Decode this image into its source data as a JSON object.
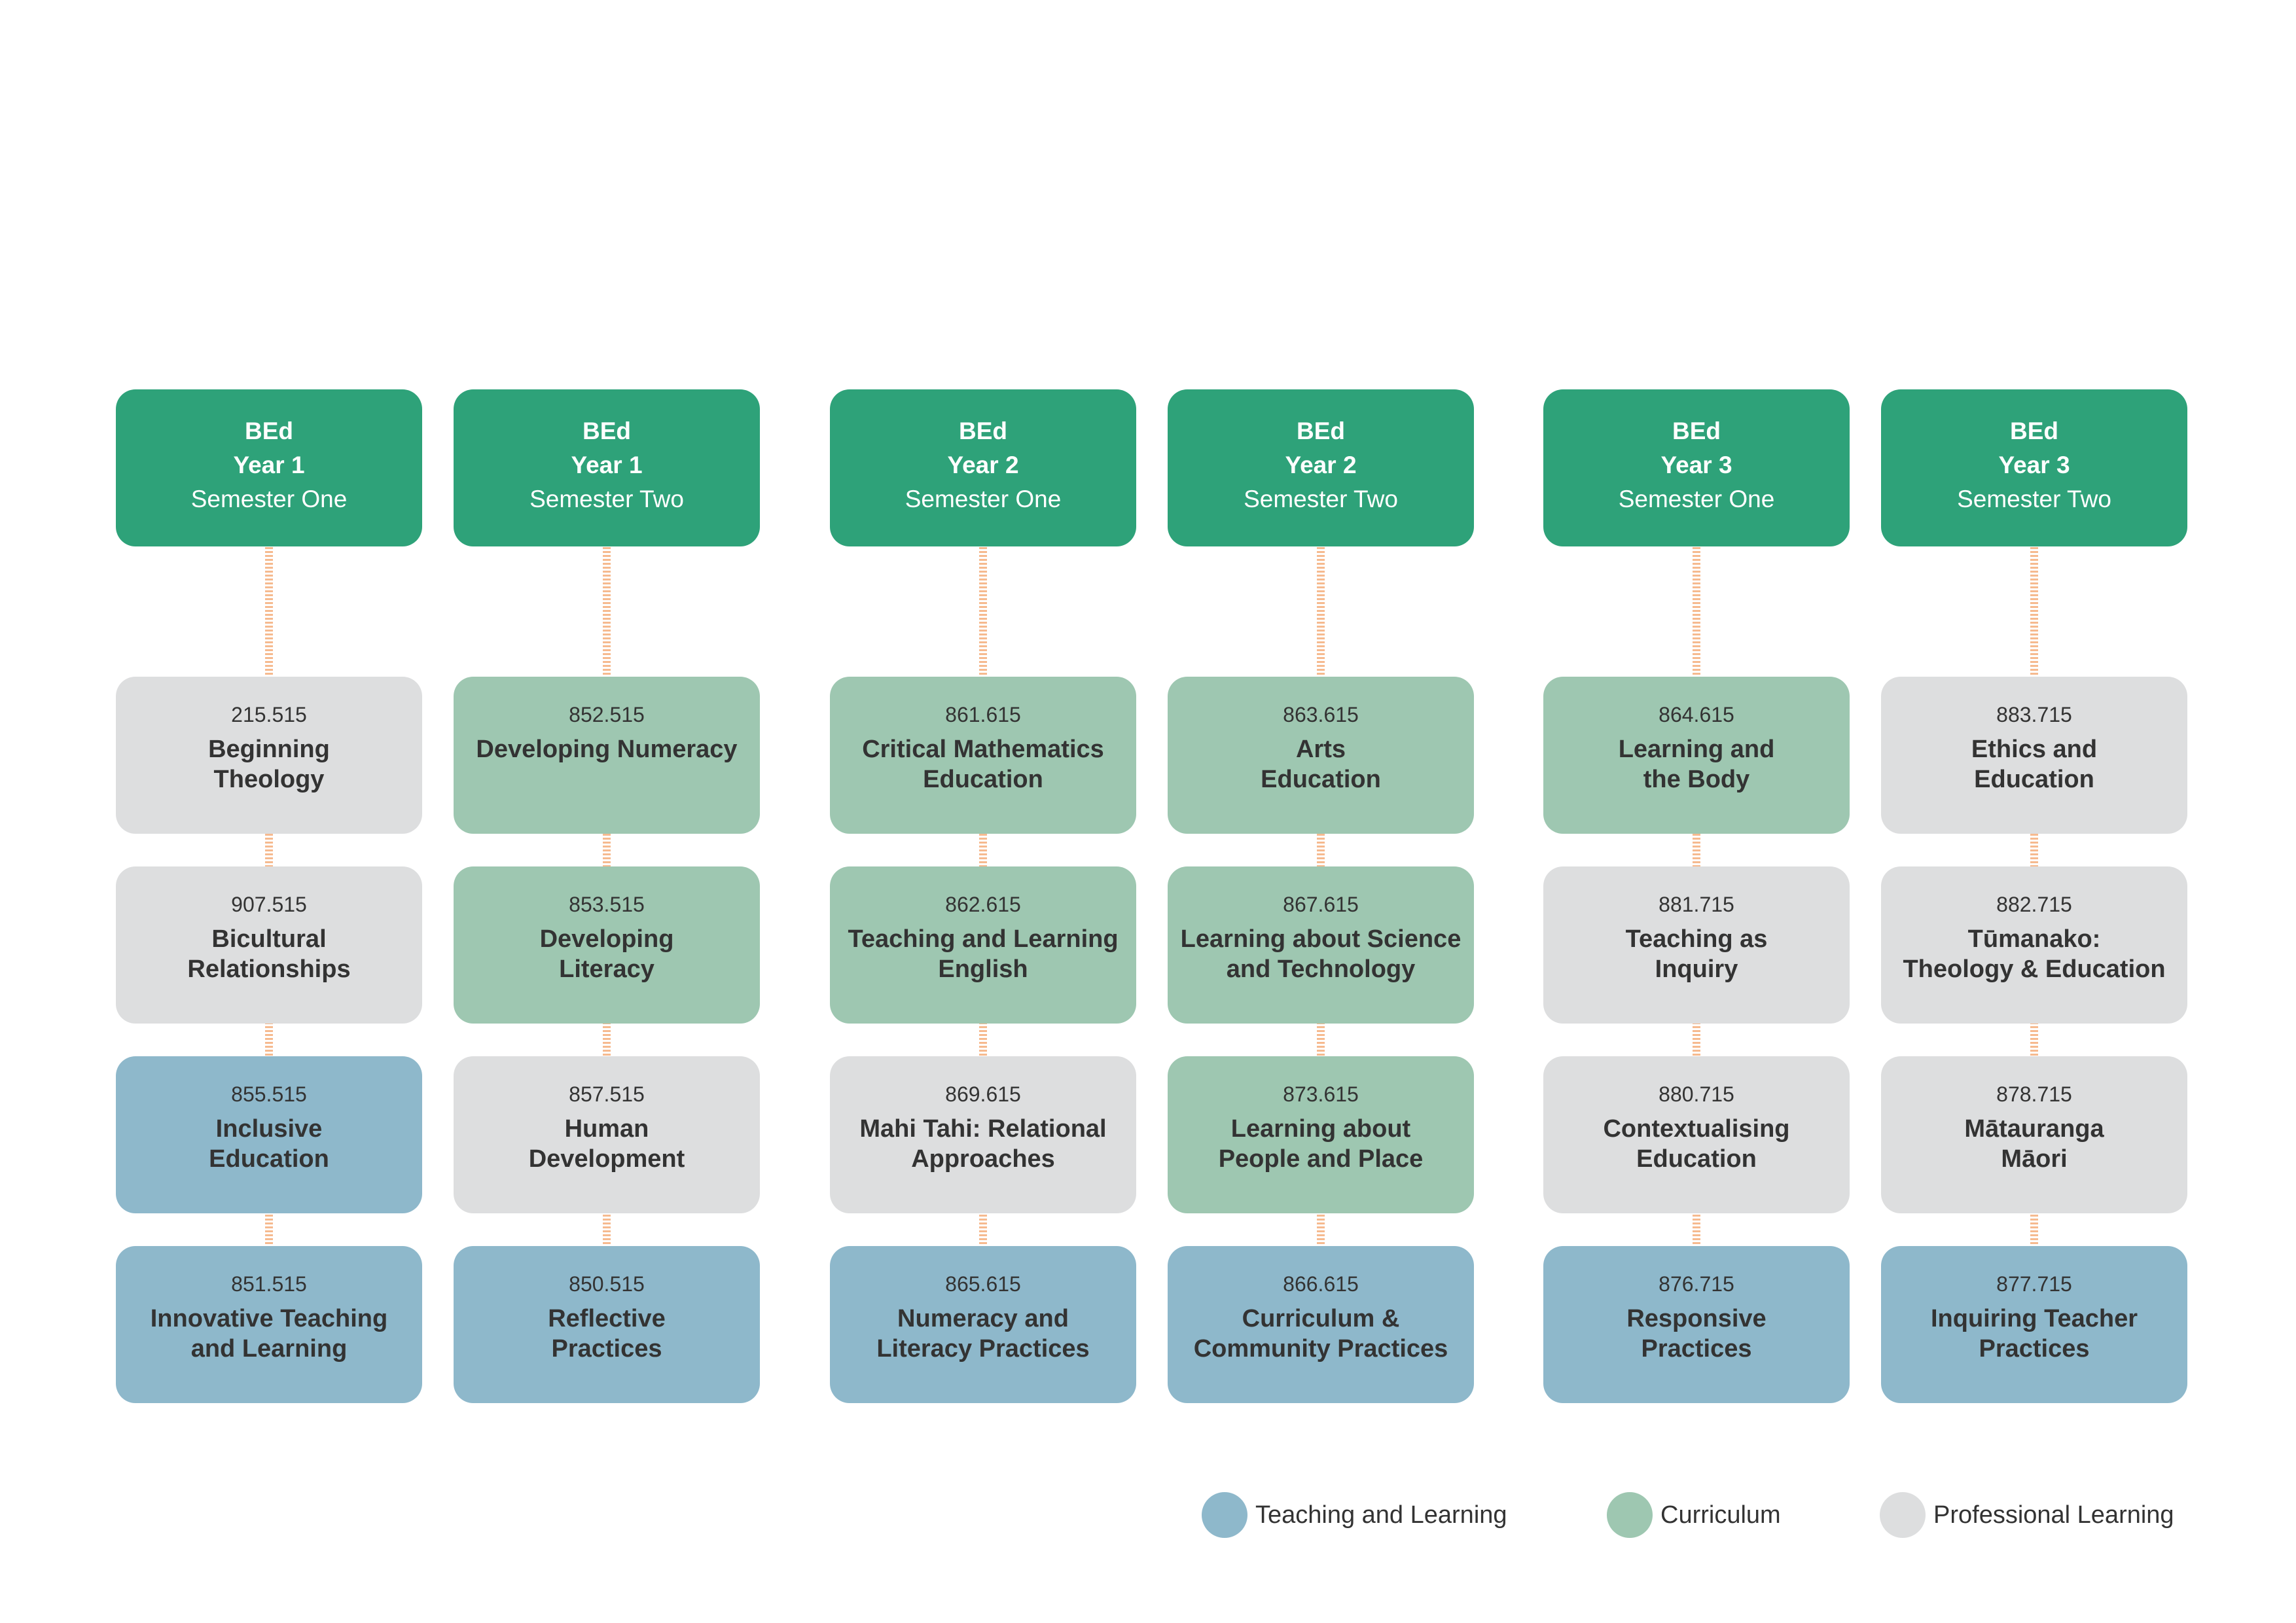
{
  "colors": {
    "header": "#2ea279",
    "teaching_and_learning": "#8eb8cb",
    "curriculum": "#9ec7b1",
    "professional_learning": "#dddedf",
    "connector": "#f6ba8f"
  },
  "columns": [
    {
      "header": {
        "program": "BEd",
        "year": "Year 1",
        "semester": "Semester One"
      },
      "courses": [
        {
          "code": "215.515",
          "title": "Beginning\nTheology",
          "category": "professional"
        },
        {
          "code": "907.515",
          "title": "Bicultural\nRelationships",
          "category": "professional"
        },
        {
          "code": "855.515",
          "title": "Inclusive\nEducation",
          "category": "teaching"
        },
        {
          "code": "851.515",
          "title": "Innovative Teaching\nand Learning",
          "category": "teaching"
        }
      ]
    },
    {
      "header": {
        "program": "BEd",
        "year": "Year 1",
        "semester": "Semester Two"
      },
      "courses": [
        {
          "code": "852.515",
          "title": "Developing Numeracy",
          "category": "curriculum"
        },
        {
          "code": "853.515",
          "title": "Developing\nLiteracy",
          "category": "curriculum"
        },
        {
          "code": "857.515",
          "title": "Human\nDevelopment",
          "category": "professional"
        },
        {
          "code": "850.515",
          "title": "Reflective\nPractices",
          "category": "teaching"
        }
      ]
    },
    {
      "header": {
        "program": "BEd",
        "year": "Year 2",
        "semester": "Semester One"
      },
      "courses": [
        {
          "code": "861.615",
          "title": "Critical Mathematics\nEducation",
          "category": "curriculum"
        },
        {
          "code": "862.615",
          "title": "Teaching and Learning\nEnglish",
          "category": "curriculum"
        },
        {
          "code": "869.615",
          "title": "Mahi Tahi: Relational\nApproaches",
          "category": "professional"
        },
        {
          "code": "865.615",
          "title": "Numeracy and\nLiteracy Practices",
          "category": "teaching"
        }
      ]
    },
    {
      "header": {
        "program": "BEd",
        "year": "Year 2",
        "semester": "Semester Two"
      },
      "courses": [
        {
          "code": "863.615",
          "title": "Arts\nEducation",
          "category": "curriculum"
        },
        {
          "code": "867.615",
          "title": "Learning about Science\nand Technology",
          "category": "curriculum"
        },
        {
          "code": "873.615",
          "title": "Learning about\nPeople and Place",
          "category": "curriculum"
        },
        {
          "code": "866.615",
          "title": "Curriculum &\nCommunity Practices",
          "category": "teaching"
        }
      ]
    },
    {
      "header": {
        "program": "BEd",
        "year": "Year 3",
        "semester": "Semester One"
      },
      "courses": [
        {
          "code": "864.615",
          "title": "Learning and\nthe Body",
          "category": "curriculum"
        },
        {
          "code": "881.715",
          "title": "Teaching as\nInquiry",
          "category": "professional"
        },
        {
          "code": "880.715",
          "title": "Contextualising\nEducation",
          "category": "professional"
        },
        {
          "code": "876.715",
          "title": "Responsive\nPractices",
          "category": "teaching"
        }
      ]
    },
    {
      "header": {
        "program": "BEd",
        "year": "Year 3",
        "semester": "Semester Two"
      },
      "courses": [
        {
          "code": "883.715",
          "title": "Ethics and\nEducation",
          "category": "professional"
        },
        {
          "code": "882.715",
          "title": "Tūmanako:\nTheology & Education",
          "category": "professional"
        },
        {
          "code": "878.715",
          "title": "Mātauranga\nMāori",
          "category": "professional"
        },
        {
          "code": "877.715",
          "title": "Inquiring Teacher\nPractices",
          "category": "teaching"
        }
      ]
    }
  ],
  "legend": [
    {
      "label": "Teaching and Learning",
      "category": "teaching"
    },
    {
      "label": "Curriculum",
      "category": "curriculum"
    },
    {
      "label": "Professional Learning",
      "category": "professional"
    }
  ]
}
